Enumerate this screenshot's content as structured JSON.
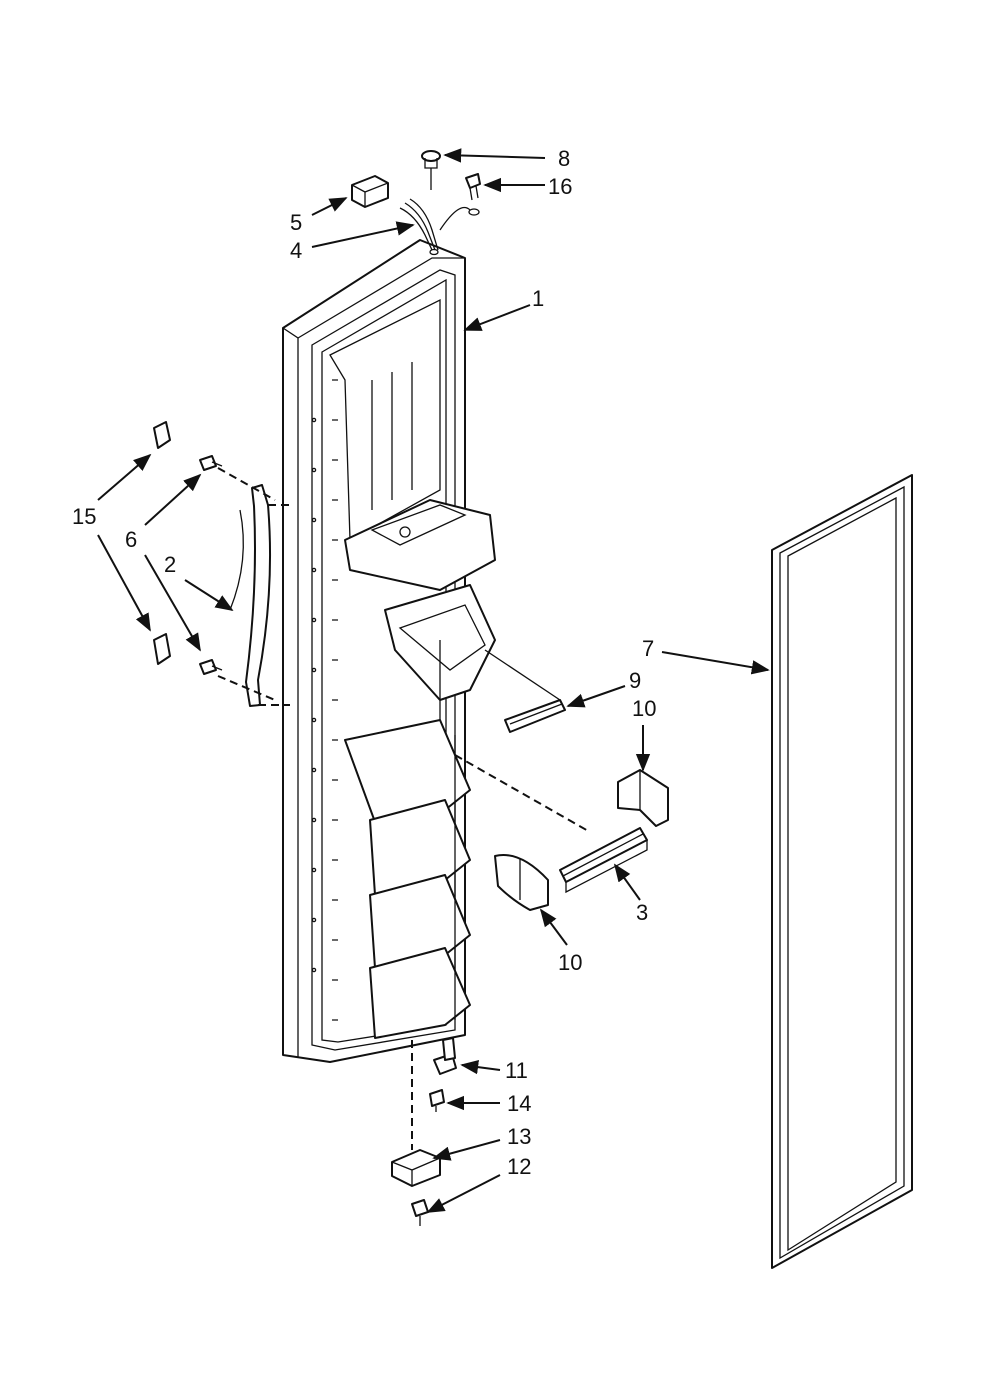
{
  "diagram": {
    "callouts": [
      {
        "key": "p1",
        "text": "1"
      },
      {
        "key": "p2",
        "text": "2"
      },
      {
        "key": "p3",
        "text": "3"
      },
      {
        "key": "p4",
        "text": "4"
      },
      {
        "key": "p5",
        "text": "5"
      },
      {
        "key": "p6",
        "text": "6"
      },
      {
        "key": "p7",
        "text": "7"
      },
      {
        "key": "p8",
        "text": "8"
      },
      {
        "key": "p9",
        "text": "9"
      },
      {
        "key": "p10a",
        "text": "10"
      },
      {
        "key": "p10b",
        "text": "10"
      },
      {
        "key": "p11",
        "text": "11"
      },
      {
        "key": "p12",
        "text": "12"
      },
      {
        "key": "p13",
        "text": "13"
      },
      {
        "key": "p14",
        "text": "14"
      },
      {
        "key": "p15",
        "text": "15"
      },
      {
        "key": "p16",
        "text": "16"
      }
    ]
  },
  "colors": {
    "line": "#111111",
    "background": "#ffffff"
  }
}
